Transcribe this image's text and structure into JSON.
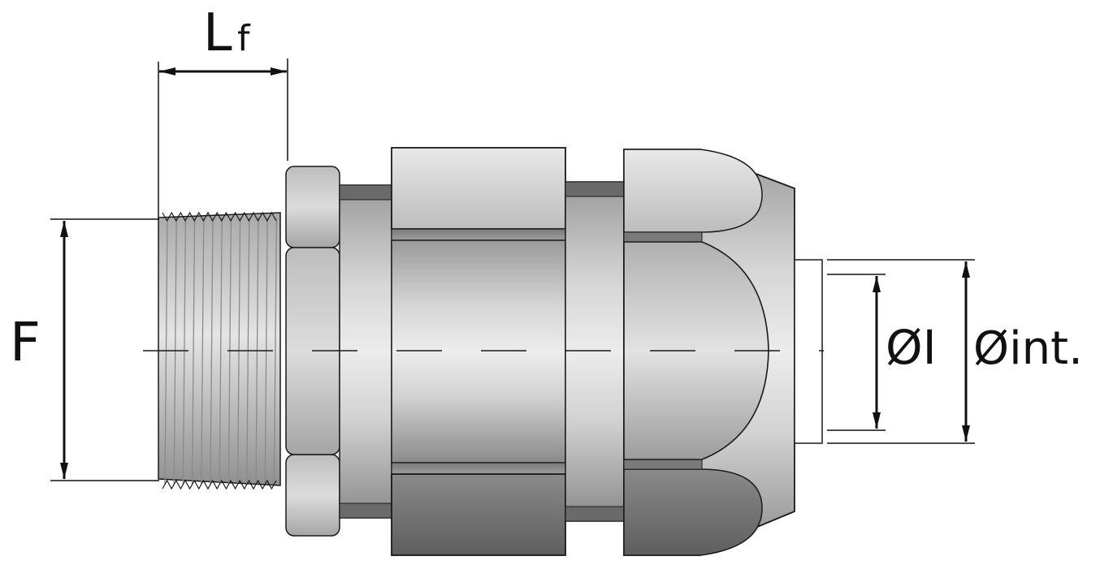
{
  "labels": {
    "thread_length_main": "L",
    "thread_length_sub": "f",
    "thread_size": "F",
    "cable_diameter": "ØI",
    "inner_diameter": "Øint."
  },
  "colors": {
    "outline": "#1a1a1a",
    "dimension": "#111111",
    "metal_light": "#e6e6e6",
    "metal_mid": "#b8b8b8",
    "metal_dark": "#6e6e6e",
    "thread_light": "#d4d4d4",
    "thread_dark": "#9a9a9a"
  }
}
